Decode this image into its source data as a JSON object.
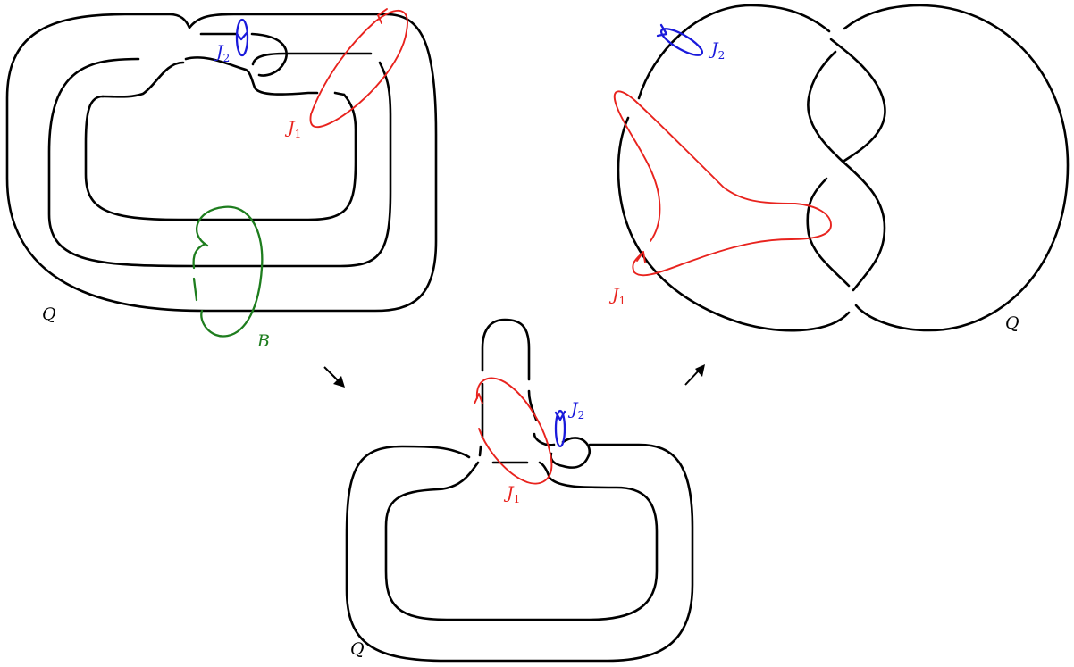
{
  "colors": {
    "knot": "#000000",
    "J1": "#e8231e",
    "J2": "#1a1adb",
    "B": "#1e7d1e"
  },
  "labels": {
    "Q": "Q",
    "B": "B",
    "J": "J",
    "sub1": "1",
    "sub2": "2"
  }
}
